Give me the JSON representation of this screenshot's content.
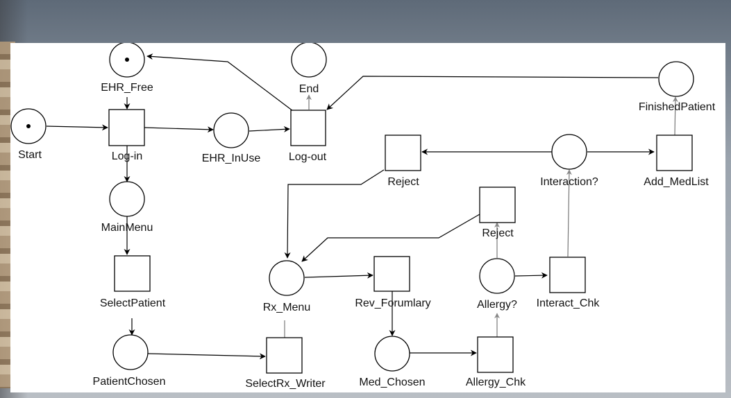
{
  "nodes": {
    "ehr_free": {
      "label": "EHR_Free",
      "kind": "place",
      "token": true
    },
    "start": {
      "label": "Start",
      "kind": "place",
      "token": true
    },
    "login": {
      "label": "Log-in",
      "kind": "transition"
    },
    "ehr_inuse": {
      "label": "EHR_InUse",
      "kind": "place"
    },
    "end": {
      "label": "End",
      "kind": "place"
    },
    "logout": {
      "label": "Log-out",
      "kind": "transition"
    },
    "finished_patient": {
      "label": "FinishedPatient",
      "kind": "place"
    },
    "main_menu": {
      "label": "MainMenu",
      "kind": "place"
    },
    "select_patient": {
      "label": "SelectPatient",
      "kind": "transition"
    },
    "patient_chosen": {
      "label": "PatientChosen",
      "kind": "place"
    },
    "select_rx_writer": {
      "label": "SelectRx_Writer",
      "kind": "transition"
    },
    "rx_menu": {
      "label": "Rx_Menu",
      "kind": "place"
    },
    "rev_formulary": {
      "label": "Rev_Forumlary",
      "kind": "transition"
    },
    "med_chosen": {
      "label": "Med_Chosen",
      "kind": "place"
    },
    "allergy_chk": {
      "label": "Allergy_Chk",
      "kind": "transition"
    },
    "allergy_q": {
      "label": "Allergy?",
      "kind": "place"
    },
    "reject_2": {
      "label": "Reject",
      "kind": "transition"
    },
    "interact_chk": {
      "label": "Interact_Chk",
      "kind": "transition"
    },
    "interaction_q": {
      "label": "Interaction?",
      "kind": "place"
    },
    "reject_1": {
      "label": "Reject",
      "kind": "transition"
    },
    "add_medlist": {
      "label": "Add_MedList",
      "kind": "transition"
    }
  }
}
